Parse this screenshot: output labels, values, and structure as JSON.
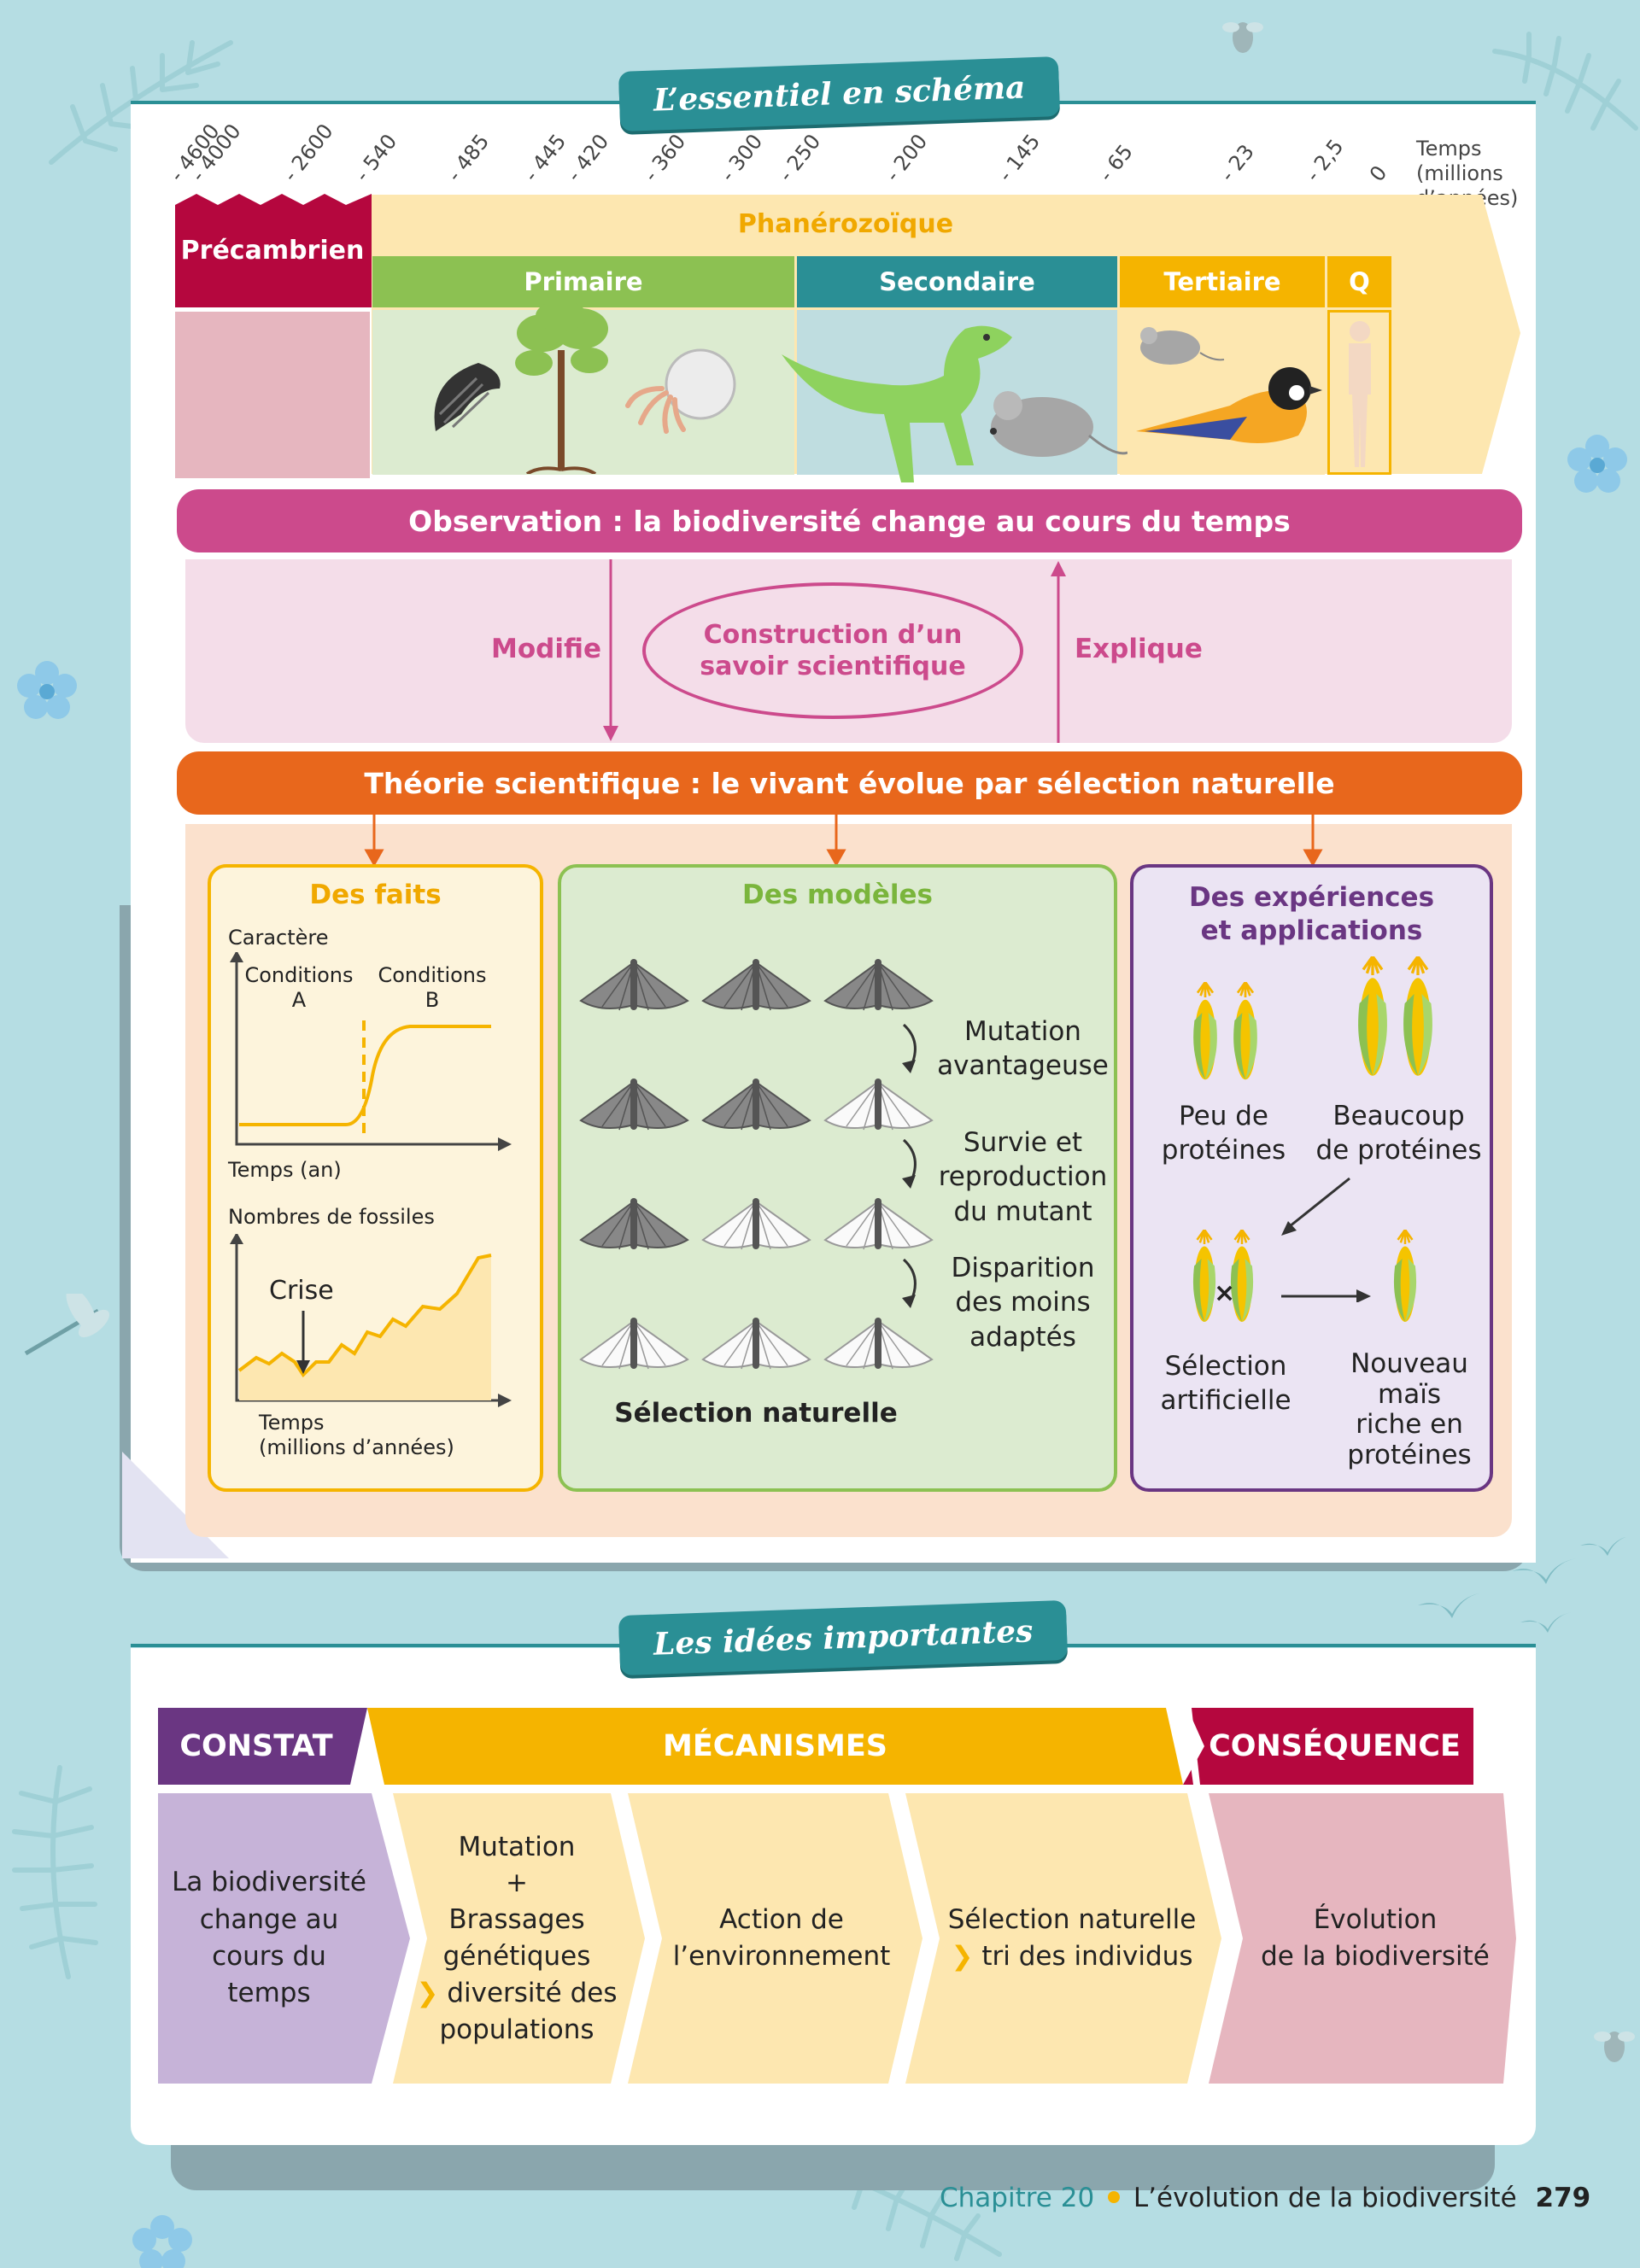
{
  "colors": {
    "background": "#b5dde3",
    "teal": "#2a8f95",
    "precambrian": "#b5073e",
    "primaire": "#8cc152",
    "secondaire": "#2a8f95",
    "tertiaire": "#f5b400",
    "phanerozoique": "#fde7b0",
    "observation": "#cc4a8c",
    "theorie": "#e8671c",
    "constat": "#6a3682",
    "mecanismes": "#f5b400",
    "consequence": "#b5073e"
  },
  "schema": {
    "title": "L’essentiel en schéma",
    "timeline": {
      "ticks": [
        "- 4600",
        "- 4000",
        "- 2600",
        "- 540",
        "- 485",
        "- 445",
        "- 420",
        "- 360",
        "- 300",
        "- 250",
        "- 200",
        "- 145",
        "- 65",
        "- 23",
        "- 2,5",
        "0"
      ],
      "axis_label_1": "Temps",
      "axis_label_2": "(millions",
      "axis_label_3": "d’années)",
      "precambrien": "Précambrien",
      "phanerozoique": "Phanérozoïque",
      "primaire": "Primaire",
      "secondaire": "Secondaire",
      "tertiaire": "Tertiaire",
      "quaternaire": "Q"
    },
    "observation": "Observation : la biodiversité change au cours du temps",
    "modifie": "Modifie",
    "construction_1": "Construction d’un",
    "construction_2": "savoir scientifique",
    "explique": "Explique",
    "theorie": "Théorie scientifique : le vivant évolue par sélection naturelle",
    "faits": {
      "title": "Des faits",
      "graph1_y": "Caractère",
      "cond_a_1": "Conditions",
      "cond_a_2": "A",
      "cond_b_1": "Conditions",
      "cond_b_2": "B",
      "graph1_x": "Temps (an)",
      "graph2_y": "Nombres de fossiles",
      "crise": "Crise",
      "graph2_x_1": "Temps",
      "graph2_x_2": "(millions d’années)"
    },
    "modeles": {
      "title": "Des modèles",
      "step1_1": "Mutation",
      "step1_2": "avantageuse",
      "step2_1": "Survie et",
      "step2_2": "reproduction",
      "step2_3": "du mutant",
      "step3_1": "Disparition",
      "step3_2": "des moins",
      "step3_3": "adaptés",
      "caption": "Sélection naturelle"
    },
    "experiences": {
      "title_1": "Des expériences",
      "title_2": "et applications",
      "peu_1": "Peu de",
      "peu_2": "protéines",
      "beaucoup_1": "Beaucoup",
      "beaucoup_2": "de protéines",
      "cross": "×",
      "selection_1": "Sélection",
      "selection_2": "artificielle",
      "nouveau_1": "Nouveau",
      "nouveau_2": "maïs",
      "nouveau_3": "riche en",
      "nouveau_4": "protéines"
    }
  },
  "idees": {
    "title": "Les idées importantes",
    "constat_header": "CONSTAT",
    "mecanismes_header": "MÉCANISMES",
    "consequence_header": "CONSÉQUENCE",
    "constat_1": "La biodiversité",
    "constat_2": "change au",
    "constat_3": "cours du",
    "constat_4": "temps",
    "mut_1": "Mutation",
    "mut_2": "+",
    "mut_3": "Brassages",
    "mut_4": "génétiques",
    "mut_5": "diversité des",
    "mut_6": "populations",
    "env_1": "Action de",
    "env_2": "l’environnement",
    "sel_1": "Sélection naturelle",
    "sel_2": "tri des individus",
    "evo_1": "Évolution",
    "evo_2": "de la biodiversité",
    "arrow_glyph": "❯"
  },
  "footer": {
    "chapter": "Chapitre 20",
    "title": "L’évolution de la biodiversité",
    "page": "279"
  }
}
